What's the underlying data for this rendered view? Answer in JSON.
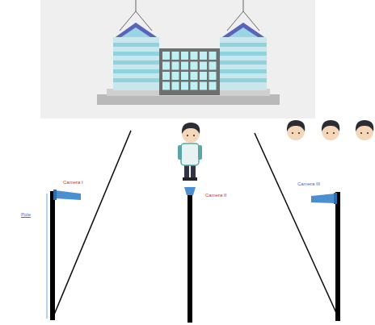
{
  "diagram": {
    "labels": [
      "Camera I",
      "Camera II",
      "Camera III",
      "Pole"
    ]
  }
}
